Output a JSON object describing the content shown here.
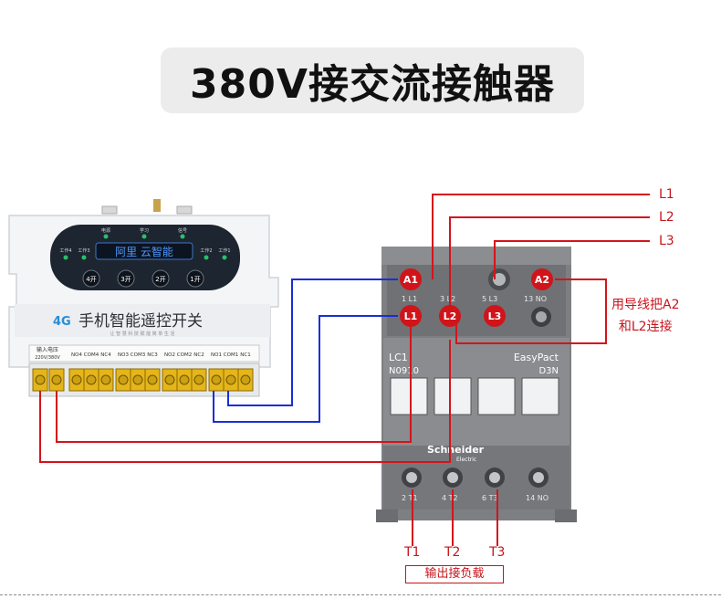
{
  "title": "380V接交流接触器",
  "controller": {
    "leds_top": [
      "电源",
      "学习",
      "信号"
    ],
    "leds_side_left": [
      "工作4",
      "工作3"
    ],
    "leds_side_right": [
      "工作2",
      "工作1"
    ],
    "screen_text": "阿里 云智能",
    "buttons": [
      "4开",
      "3开",
      "2开",
      "1开"
    ],
    "brand_prefix": "4G",
    "brand_name": "手机智能遥控开关",
    "brand_sub": "让 智 慧 科 技 赋 能 简 单 生 活",
    "input_label": "输入电压",
    "input_voltage": "220V/380V",
    "terminal_groups": [
      [
        "NO4",
        "COM4",
        "NC4"
      ],
      [
        "NO3",
        "COM3",
        "NC3"
      ],
      [
        "NO2",
        "COM2",
        "NC2"
      ],
      [
        "NO1",
        "COM1",
        "NC1"
      ]
    ]
  },
  "contactor": {
    "model_left": "LC1\nN0910",
    "model_right": "EasyPact\nD3N",
    "brand": "Schneider",
    "brand_sub": "Electric",
    "top_pin_numbers": [
      "1 L1",
      "3 L2",
      "5 L3",
      "13 NO"
    ],
    "bottom_pin_numbers": [
      "2 T1",
      "4 T2",
      "6 T3",
      "14 NO"
    ],
    "markers": [
      "A1",
      "L1",
      "L2",
      "L3",
      "A2"
    ]
  },
  "wire_labels": [
    "L1",
    "L2",
    "L3",
    "T1",
    "T2",
    "T3"
  ],
  "note": [
    "用导线把A2",
    "和L2连接"
  ],
  "output_label": "输出接负载",
  "colors": {
    "red_wire": "#d4141c",
    "blue_wire": "#1a2ed6",
    "marker_fill": "#d0141a"
  }
}
